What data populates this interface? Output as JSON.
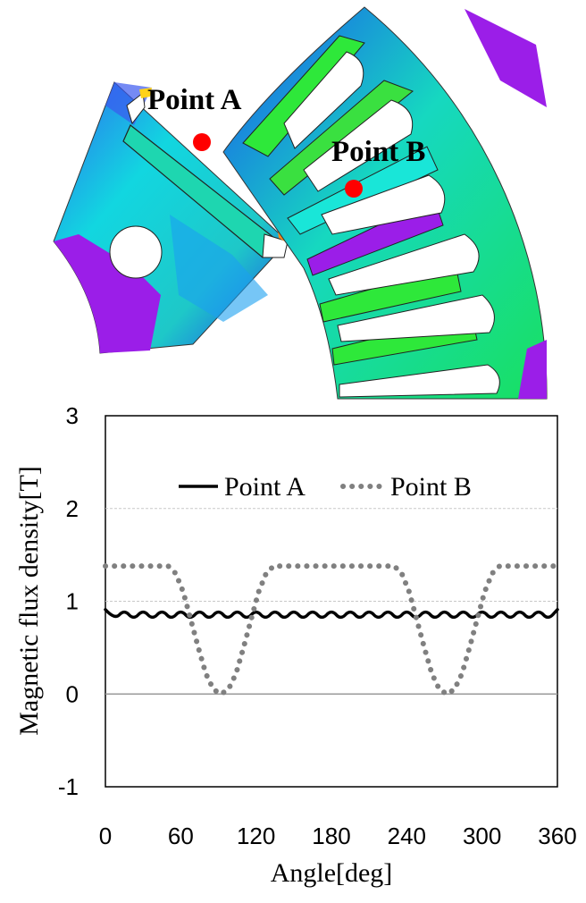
{
  "fem": {
    "point_a_label": "Point A",
    "point_b_label": "Point B",
    "colors": {
      "low": "#9b1ee8",
      "mid": "#00e600",
      "high": "#ff7f00",
      "marker": "#ff0000"
    }
  },
  "chart_data": {
    "type": "line",
    "title": "",
    "xlabel": "Angle[deg]",
    "ylabel": "Magnetic flux density[T]",
    "xlim": [
      0,
      360
    ],
    "ylim": [
      -1,
      3
    ],
    "xticks": [
      0,
      60,
      120,
      180,
      240,
      300,
      360
    ],
    "yticks": [
      -1,
      0,
      1,
      2,
      3
    ],
    "grid": true,
    "legend": "top-center",
    "series": [
      {
        "name": "Point A",
        "style": "solid",
        "color": "#000000",
        "x": [
          0,
          7.5,
          15,
          22.5,
          30,
          37.5,
          45,
          52.5,
          60,
          67.5,
          75,
          82.5,
          90,
          97.5,
          105,
          112.5,
          120,
          127.5,
          135,
          142.5,
          150,
          157.5,
          165,
          172.5,
          180,
          187.5,
          195,
          202.5,
          210,
          217.5,
          225,
          232.5,
          240,
          247.5,
          255,
          262.5,
          270,
          277.5,
          285,
          292.5,
          300,
          307.5,
          315,
          322.5,
          330,
          337.5,
          345,
          352.5,
          360
        ],
        "y": [
          0.91,
          0.8,
          0.91,
          0.8,
          0.91,
          0.8,
          0.91,
          0.8,
          0.91,
          0.8,
          0.91,
          0.8,
          0.91,
          0.8,
          0.91,
          0.8,
          0.91,
          0.8,
          0.91,
          0.8,
          0.91,
          0.8,
          0.91,
          0.8,
          0.91,
          0.8,
          0.91,
          0.8,
          0.91,
          0.8,
          0.91,
          0.8,
          0.91,
          0.8,
          0.91,
          0.8,
          0.91,
          0.8,
          0.91,
          0.8,
          0.91,
          0.8,
          0.91,
          0.8,
          0.91,
          0.8,
          0.91,
          0.8,
          0.91
        ]
      },
      {
        "name": "Point B",
        "style": "dotted",
        "color": "#808080",
        "x": [
          0,
          50,
          56,
          62,
          68,
          74,
          80,
          86,
          92,
          98,
          104,
          110,
          116,
          122,
          128,
          134,
          140,
          230,
          236,
          242,
          248,
          254,
          260,
          266,
          272,
          278,
          284,
          290,
          296,
          302,
          308,
          314,
          320,
          360
        ],
        "y": [
          1.38,
          1.38,
          1.3,
          1.1,
          0.8,
          0.5,
          0.22,
          0.05,
          0,
          0.05,
          0.22,
          0.5,
          0.8,
          1.1,
          1.3,
          1.38,
          1.38,
          1.38,
          1.3,
          1.1,
          0.8,
          0.5,
          0.22,
          0.05,
          0,
          0.05,
          0.22,
          0.5,
          0.8,
          1.1,
          1.3,
          1.38,
          1.38,
          1.38
        ]
      }
    ]
  }
}
